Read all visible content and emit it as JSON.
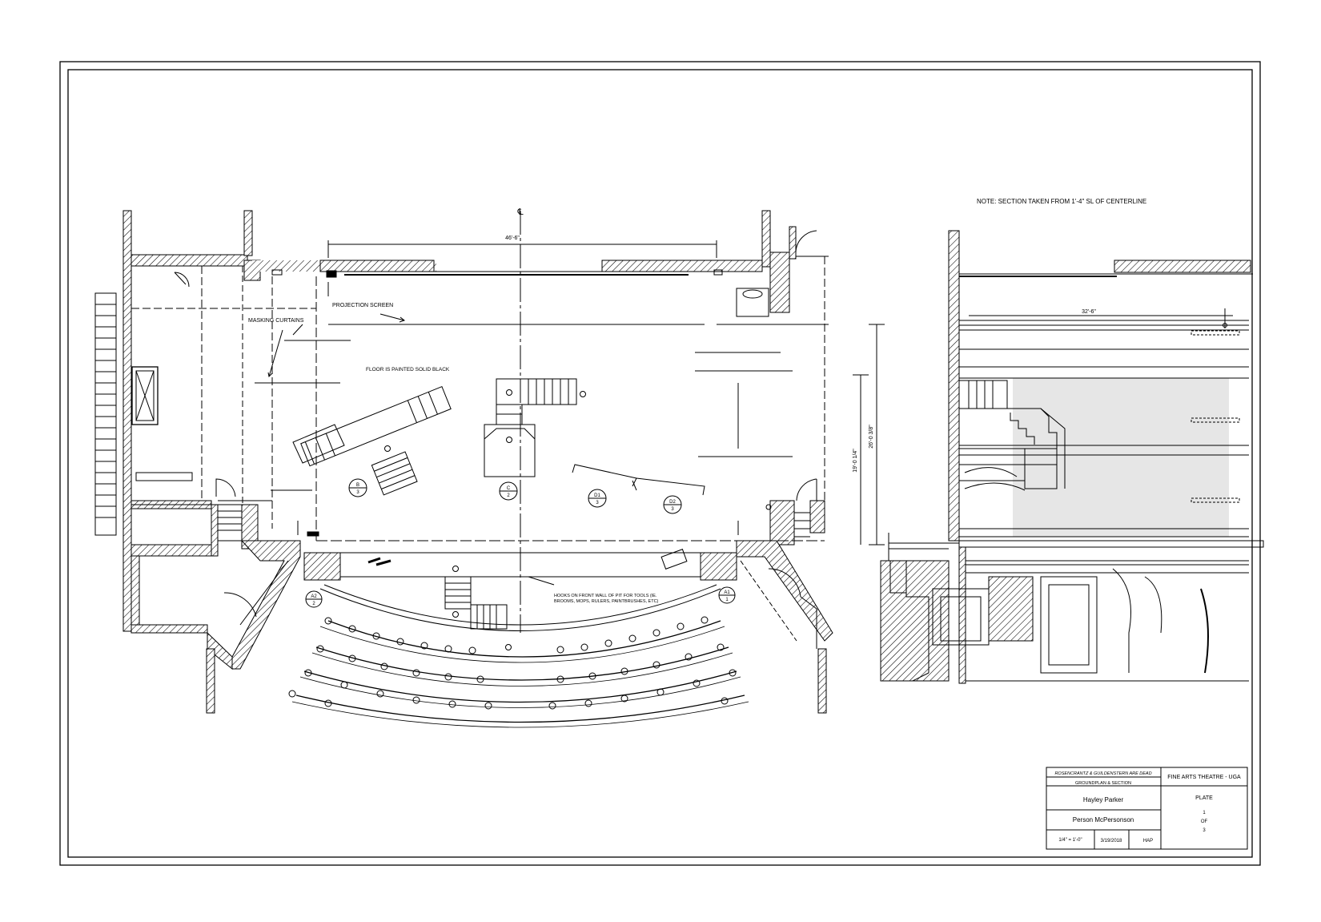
{
  "drawing": {
    "note": "NOTE:  SECTION TAKEN FROM 1'-4\" SL OF CENTERLINE",
    "centerline_symbol": "℄",
    "labels": {
      "projection_screen": "PROJECTION SCREEN",
      "masking_curtains": "MASKING CURTAINS",
      "floor_note": "FLOOR IS PAINTED SOLID BLACK",
      "hooks_note_1": "HOOKS ON FRONT WALL OF PIT FOR TOOLS (IE.",
      "hooks_note_2": "BROOMS, MOPS, RULERS, PAINTBRUSHES, ETC)"
    },
    "dimensions": {
      "width_46": "46'-6\"",
      "depth_26": "26'-0 3/8\"",
      "depth_19": "19'-0 1/4\"",
      "section_32": "32'-6\""
    },
    "markers": [
      {
        "letter": "B",
        "num": "3"
      },
      {
        "letter": "C",
        "num": "2"
      },
      {
        "letter": "D1",
        "num": "3"
      },
      {
        "letter": "D2",
        "num": "3"
      },
      {
        "letter": "A2",
        "num": "2"
      },
      {
        "letter": "A1",
        "num": "1"
      }
    ]
  },
  "title_block": {
    "show_title": "ROSENCRANTZ & GUILDENSTERN ARE DEAD",
    "sheet_title": "GROUNDPLAN & SECTION",
    "venue": "FINE ARTS THEATRE - UGA",
    "designer": "Hayley Parker",
    "director": "Person McPersonson",
    "scale": "1/4\" = 1'-0\"",
    "date": "3/19/2018",
    "drawn_by": "HAP",
    "plate_label": "PLATE",
    "plate_num": "1",
    "plate_of": "OF",
    "plate_total": "3"
  }
}
